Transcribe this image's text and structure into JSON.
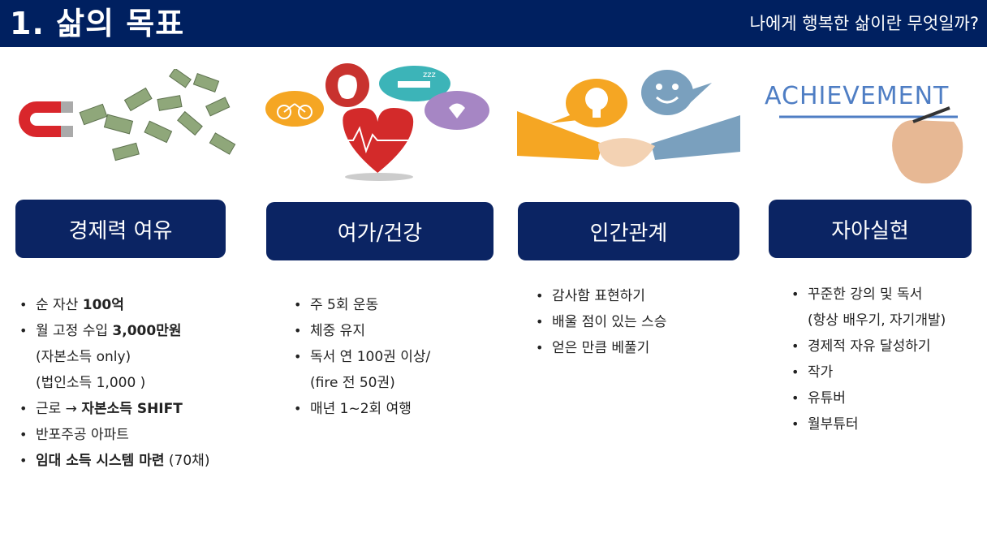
{
  "header": {
    "title": "1. 삶의 목표",
    "subtitle": "나에게 행복한 삶이란 무엇일까?"
  },
  "colors": {
    "header_bg": "#002060",
    "category_bg": "#0b2463"
  },
  "columns": [
    {
      "category": "경제력 여유",
      "icon": "magnet-money-icon",
      "items": [
        {
          "parts": [
            "순 자산 ",
            "100억",
            ""
          ]
        },
        {
          "parts": [
            "월 고정 수입 ",
            "3,000만원",
            ""
          ]
        },
        {
          "cont": "(자본소득 only)"
        },
        {
          "cont": "(법인소득 1,000 )"
        },
        {
          "parts": [
            "근로 → ",
            "자본소득 SHIFT",
            ""
          ]
        },
        {
          "parts": [
            "반포주공 아파트",
            "",
            ""
          ]
        },
        {
          "parts": [
            "",
            "임대 소득 시스템 마련",
            " (70채)"
          ]
        }
      ]
    },
    {
      "category": "여가/건강",
      "icon": "health-leisure-icon",
      "items": [
        {
          "text": "주 5회 운동"
        },
        {
          "text": "체중 유지"
        },
        {
          "text": "독서 연 100권 이상/"
        },
        {
          "cont": "(fire 전 50권)"
        },
        {
          "text": "매년 1~2회 여행"
        }
      ]
    },
    {
      "category": "인간관계",
      "icon": "handshake-icon",
      "items": [
        {
          "text": "감사함 표현하기"
        },
        {
          "text": "배울 점이 있는 스승"
        },
        {
          "text": "얻은 만큼 베풀기"
        }
      ]
    },
    {
      "category": "자아실현",
      "icon": "achievement-icon",
      "illus_text": "ACHIEVEMENT",
      "items": [
        {
          "text": "꾸준한 강의 및 독서"
        },
        {
          "cont": "(항상 배우기, 자기개발)"
        },
        {
          "text": "경제적 자유 달성하기"
        },
        {
          "text": "작가"
        },
        {
          "text": "유튜버"
        },
        {
          "text": "월부튜터"
        }
      ]
    }
  ]
}
